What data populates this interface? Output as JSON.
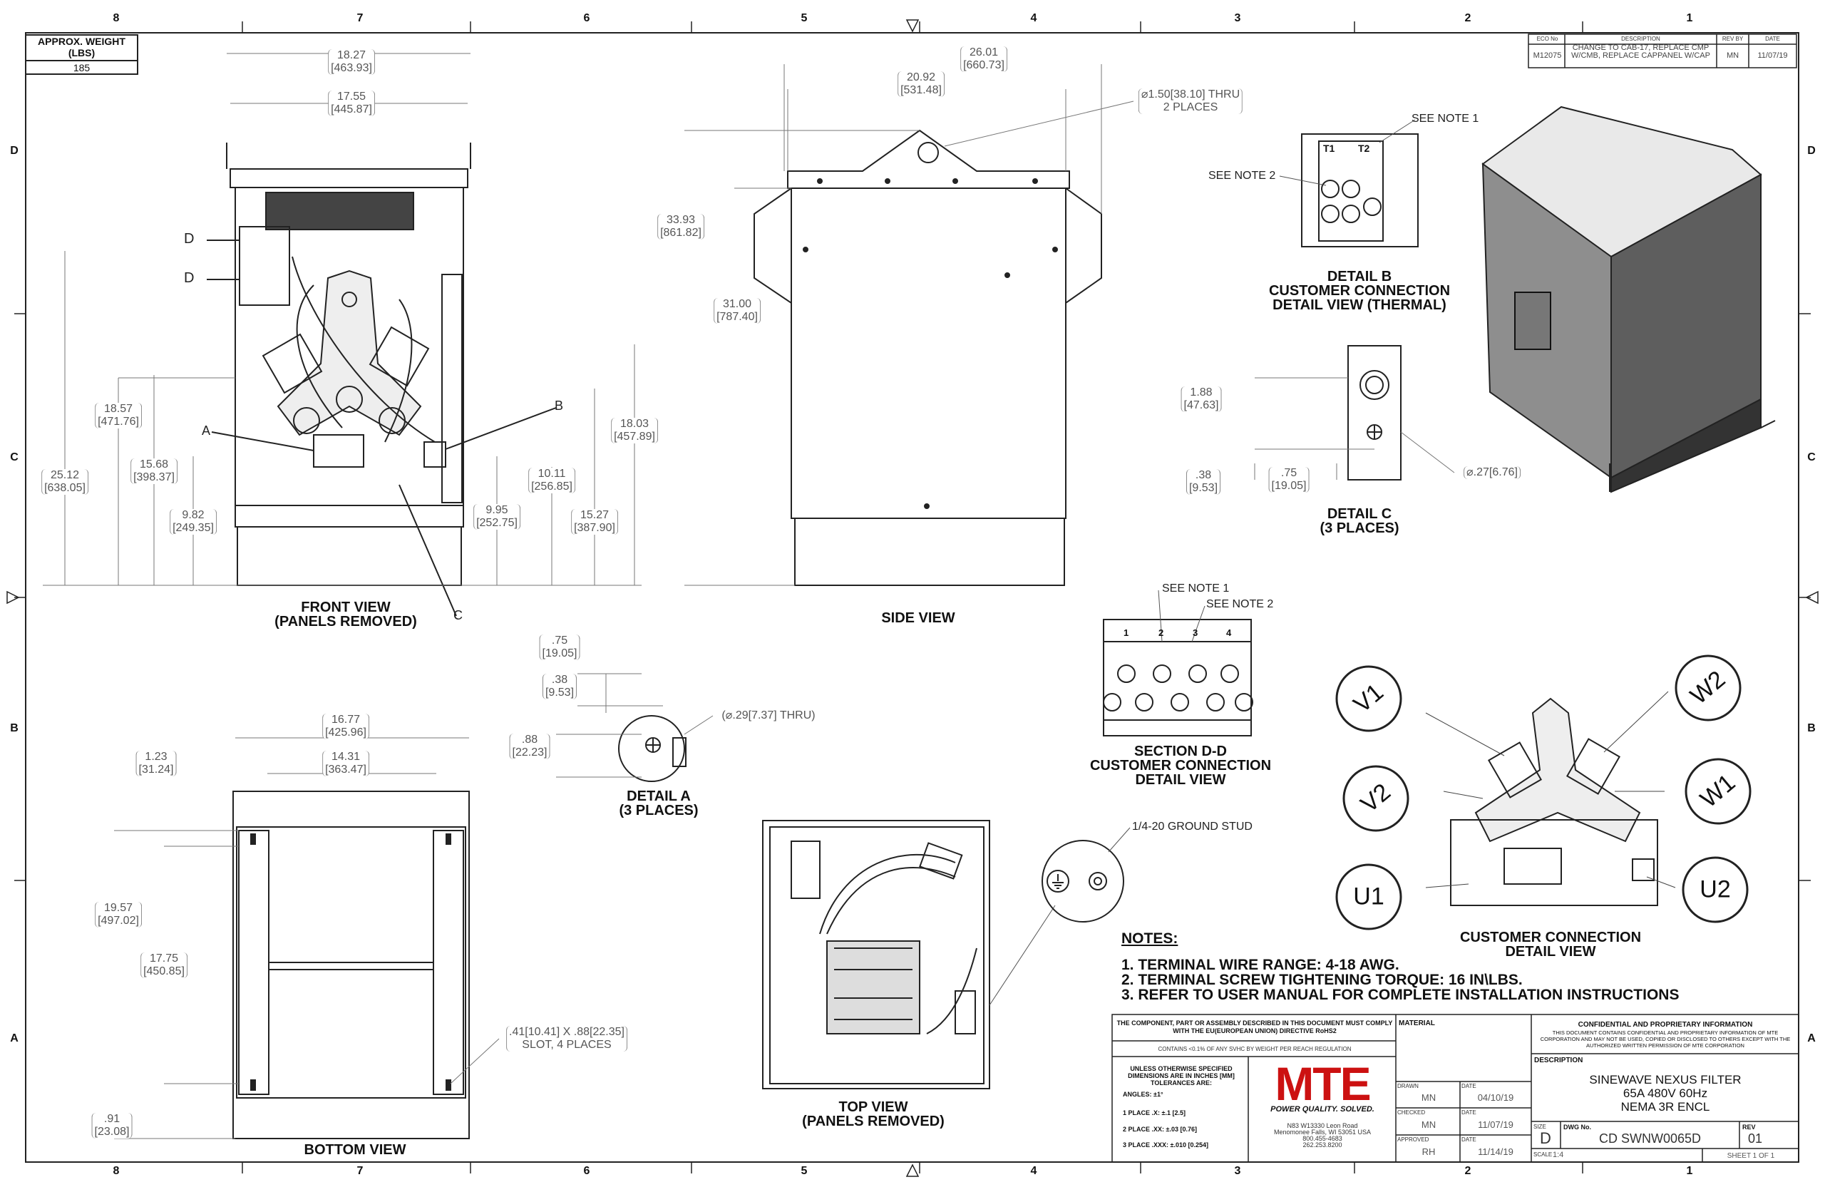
{
  "zones": {
    "cols": [
      "8",
      "7",
      "6",
      "5",
      "4",
      "3",
      "2",
      "1"
    ],
    "rows": [
      "D",
      "C",
      "B",
      "A"
    ]
  },
  "weight": {
    "label": "APPROX. WEIGHT (LBS)",
    "value": "185"
  },
  "revision": {
    "headers": [
      "ECO No",
      "DESCRIPTION",
      "REV BY",
      "DATE"
    ],
    "row": {
      "eco": "M12075",
      "description": "CHANGE TO CAB-17, REPLACE CMP W/CMB, REPLACE CAPPANEL W/CAP",
      "rev_by": "MN",
      "date": "11/07/19"
    }
  },
  "dims": [
    {
      "a": "18.27",
      "b": "[463.93]"
    },
    {
      "a": "17.55",
      "b": "[445.87]"
    },
    {
      "a": "18.57",
      "b": "[471.76]"
    },
    {
      "a": "25.12",
      "b": "[638.05]"
    },
    {
      "a": "15.68",
      "b": "[398.37]"
    },
    {
      "a": "9.82",
      "b": "[249.35]"
    },
    {
      "a": "9.95",
      "b": "[252.75]"
    },
    {
      "a": "10.11",
      "b": "[256.85]"
    },
    {
      "a": "18.03",
      "b": "[457.89]"
    },
    {
      "a": "15.27",
      "b": "[387.90]"
    },
    {
      "a": "26.01",
      "b": "[660.73]"
    },
    {
      "a": "20.92",
      "b": "[531.48]"
    },
    {
      "a": "33.93",
      "b": "[861.82]"
    },
    {
      "a": "31.00",
      "b": "[787.40]"
    },
    {
      "a": "⌀1.50[38.10] THRU",
      "b": "2 PLACES"
    },
    {
      "a": "1.88",
      "b": "[47.63]"
    },
    {
      "a": ".38",
      "b": "[9.53]"
    },
    {
      "a": ".75",
      "b": "[19.05]"
    },
    {
      "a": "⌀.27[6.76]",
      "b": ""
    },
    {
      "a": ".75",
      "b": "[19.05]"
    },
    {
      "a": ".38",
      "b": "[9.53]"
    },
    {
      "a": ".88",
      "b": "[22.23]"
    },
    {
      "a": "(⌀.29[7.37] THRU)",
      "b": ""
    },
    {
      "a": "16.77",
      "b": "[425.96]"
    },
    {
      "a": "14.31",
      "b": "[363.47]"
    },
    {
      "a": "1.23",
      "b": "[31.24]"
    },
    {
      "a": "19.57",
      "b": "[497.02]"
    },
    {
      "a": "17.75",
      "b": "[450.85]"
    },
    {
      "a": ".91",
      "b": "[23.08]"
    },
    {
      "a": ".41[10.41] X .88[22.35]",
      "b": "SLOT, 4 PLACES"
    }
  ],
  "views": {
    "front": [
      "FRONT VIEW",
      "(PANELS REMOVED)"
    ],
    "side": [
      "SIDE VIEW"
    ],
    "detail_b": [
      "DETAIL B",
      "CUSTOMER CONNECTION",
      "DETAIL VIEW (THERMAL)"
    ],
    "detail_c": [
      "DETAIL C",
      "(3 PLACES)"
    ],
    "section_dd": [
      "SECTION D-D",
      "CUSTOMER CONNECTION",
      "DETAIL VIEW"
    ],
    "detail_a": [
      "DETAIL A",
      "(3 PLACES)"
    ],
    "top": [
      "TOP VIEW",
      "(PANELS REMOVED)"
    ],
    "bottom": [
      "BOTTOM VIEW"
    ],
    "customer": [
      "CUSTOMER CONNECTION",
      "DETAIL VIEW"
    ]
  },
  "callouts": {
    "see_note_1": "SEE NOTE 1",
    "see_note_2": "SEE NOTE 2",
    "ground_stud": "1/4-20 GROUND STUD",
    "a": "A",
    "b": "B",
    "c": "C",
    "d": "D"
  },
  "terminals": {
    "thermal": [
      "T1",
      "T2"
    ],
    "section": [
      "1",
      "2",
      "3",
      "4"
    ],
    "phases": [
      "V1",
      "W2",
      "V2",
      "W1",
      "U1",
      "U2"
    ]
  },
  "notes": {
    "title": "NOTES:",
    "items": [
      "1.  TERMINAL WIRE RANGE: 4-18 AWG.",
      "2.  TERMINAL SCREW TIGHTENING TORQUE: 16 IN\\LBS.",
      "3.  REFER TO USER MANUAL FOR COMPLETE INSTALLATION INSTRUCTIONS"
    ]
  },
  "title_block": {
    "rohs": "THE COMPONENT, PART OR ASSEMBLY DESCRIBED IN THIS DOCUMENT MUST COMPLY WITH THE EU(EUROPEAN UNION) DIRECTIVE RoHS2",
    "reach": "CONTAINS <0.1% OF ANY SVHC BY WEIGHT PER REACH REGULATION",
    "tolerance_head": "UNLESS OTHERWISE SPECIFIED DIMENSIONS ARE IN INCHES [MM] TOLERANCES ARE:",
    "tolerances": [
      "ANGLES: ±1°",
      "1 PLACE .X: ±.1 [2.5]",
      "2 PLACE .XX: ±.03 [0.76]",
      "3 PLACE .XXX: ±.010 [0.254]"
    ],
    "logo": "MTE",
    "tagline": "POWER QUALITY. SOLVED.",
    "address": [
      "N83 W13330 Leon Road",
      "Menomonee Falls, WI 53051 USA",
      "800.455-4683",
      "262.253.8200"
    ],
    "material_label": "MATERIAL",
    "drawn_label": "DRAWN",
    "drawn": "MN",
    "drawn_date": "04/10/19",
    "checked_label": "CHECKED",
    "checked": "MN",
    "checked_date": "11/07/19",
    "approved_label": "APPROVED",
    "approved": "RH",
    "approved_date": "11/14/19",
    "date_label": "DATE",
    "confidential_title": "CONFIDENTIAL AND PROPRIETARY INFORMATION",
    "confidential_text": "THIS DOCUMENT CONTAINS CONFIDENTIAL AND PROPRIETARY INFORMATION OF MTE CORPORATION AND MAY NOT BE USED, COPIED OR DISCLOSED TO OTHERS EXCEPT WITH THE AUTHORIZED WRITTEN PERMISSION OF MTE CORPORATION",
    "description_label": "DESCRIPTION",
    "description": [
      "SINEWAVE NEXUS FILTER",
      "65A 480V 60Hz",
      "NEMA 3R ENCL"
    ],
    "size_label": "SIZE",
    "size": "D",
    "dwg_label": "DWG No.",
    "dwg_no": "CD SWNW0065D",
    "rev_label": "REV",
    "rev": "01",
    "scale_label": "SCALE",
    "scale": "1:4",
    "sheet": "SHEET 1  OF 1"
  },
  "colors": {
    "logo": "#cc1111",
    "line": "#222222",
    "dim": "#555555"
  }
}
